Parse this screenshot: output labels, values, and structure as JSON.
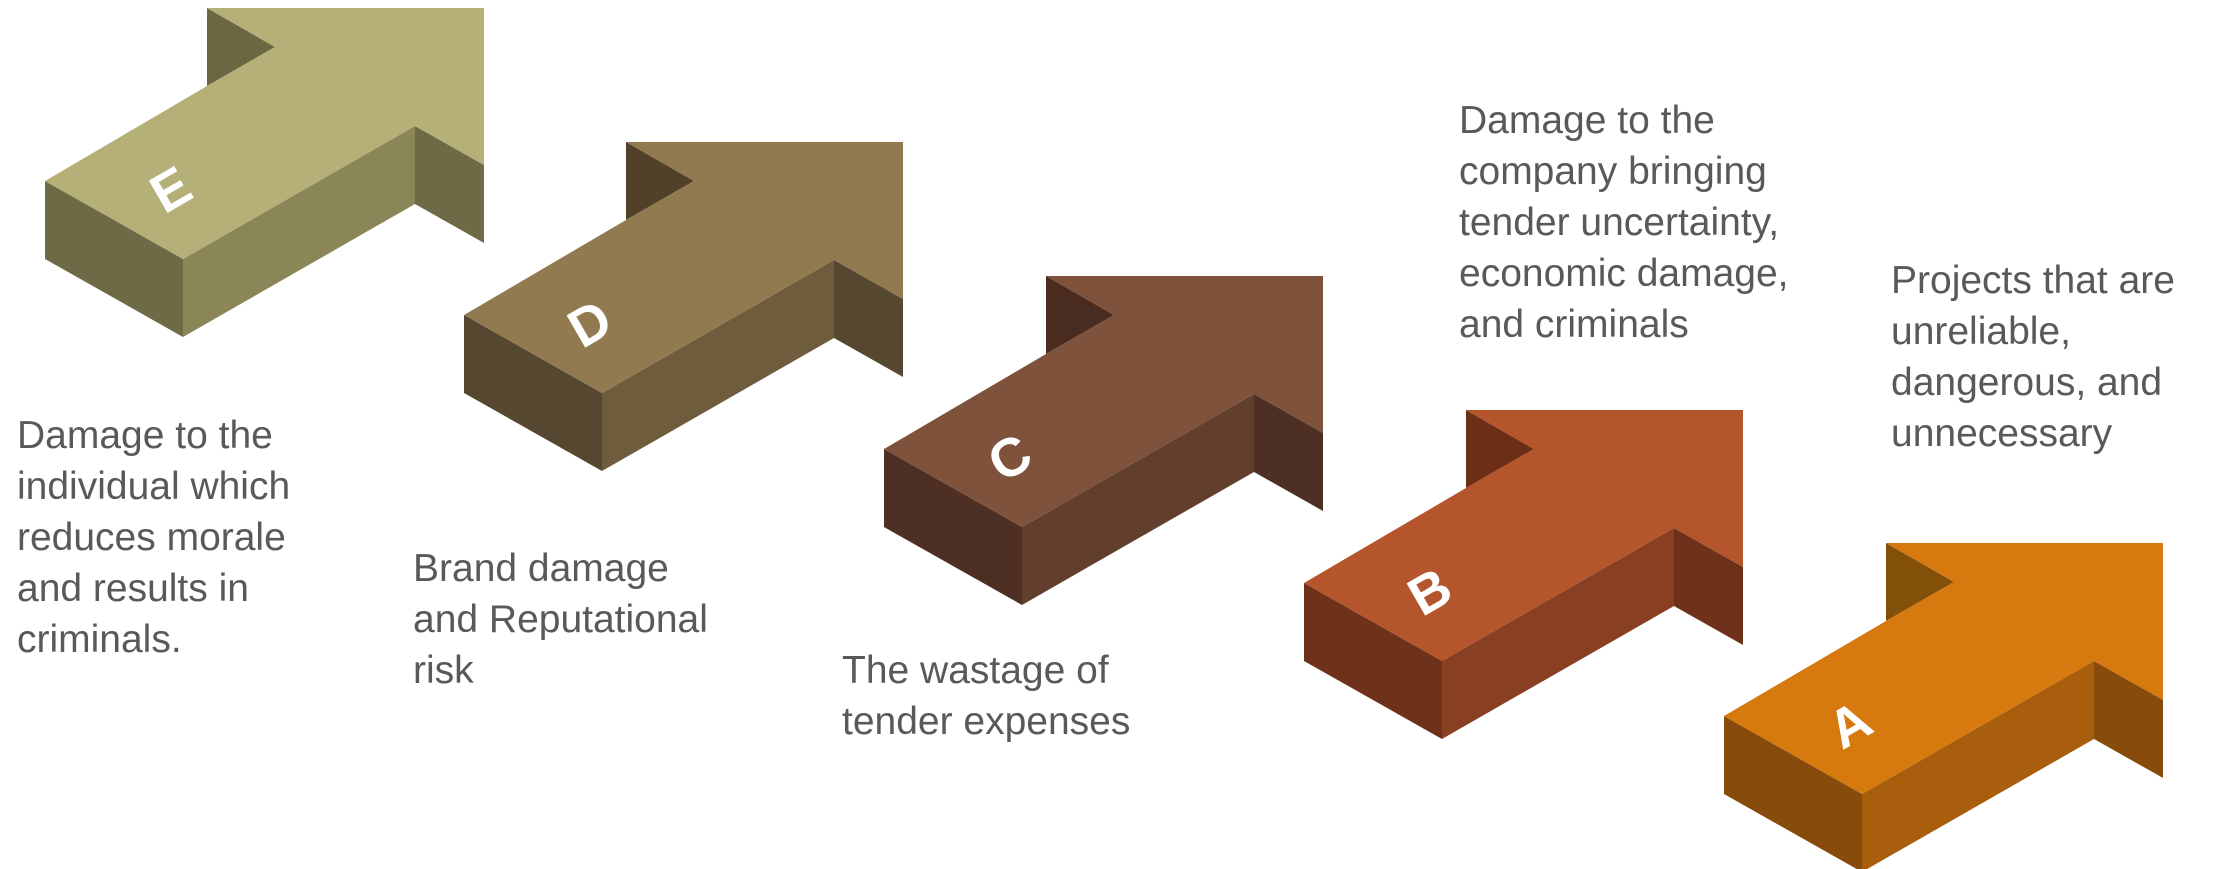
{
  "diagram": {
    "steps": [
      {
        "letter": "E",
        "caption": "Damage to the\nindividual which\nreduces morale\nand results in\ncriminals.",
        "colors": {
          "top": "#B5AF78",
          "front": "#8B8657",
          "left": "#6E6A45",
          "notch": "#6B6740"
        }
      },
      {
        "letter": "D",
        "caption": "Brand damage\nand Reputational\nrisk",
        "colors": {
          "top": "#917A50",
          "front": "#6F5C3C",
          "left": "#564730",
          "notch": "#514128"
        }
      },
      {
        "letter": "C",
        "caption": "The wastage of\ntender expenses",
        "colors": {
          "top": "#7F523B",
          "front": "#623E2D",
          "left": "#4D3023",
          "notch": "#4A2B20"
        }
      },
      {
        "letter": "B",
        "caption": "Damage to the\ncompany bringing\ntender uncertainty,\neconomic damage,\nand criminals",
        "colors": {
          "top": "#B4552C",
          "front": "#893F22",
          "left": "#6E321B",
          "notch": "#6D2E17"
        }
      },
      {
        "letter": "A",
        "caption": "Projects that are\nunreliable,\ndangerous, and\nunnecessary",
        "colors": {
          "top": "#D6790F",
          "front": "#A85E0D",
          "left": "#874B0B",
          "notch": "#825009"
        }
      }
    ]
  }
}
